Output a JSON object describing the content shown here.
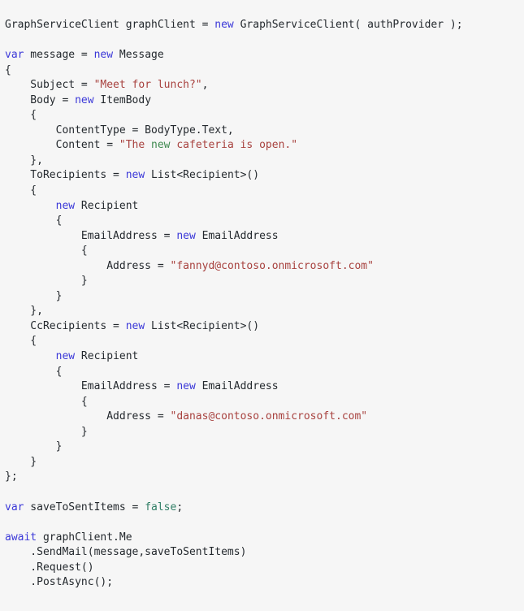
{
  "document": {
    "kind": "code-snippet",
    "language": "csharp",
    "background_color": "#f6f6f6",
    "colors": {
      "plain": "#24292e",
      "keyword": "#3b38d8",
      "literal": "#2e7d64",
      "string": "#a8423f",
      "string_inner_keyword": "#3f8a50"
    },
    "plain_text": "GraphServiceClient graphClient = new GraphServiceClient( authProvider );\n\nvar message = new Message\n{\n    Subject = \"Meet for lunch?\",\n    Body = new ItemBody\n    {\n        ContentType = BodyType.Text,\n        Content = \"The new cafeteria is open.\"\n    },\n    ToRecipients = new List<Recipient>()\n    {\n        new Recipient\n        {\n            EmailAddress = new EmailAddress\n            {\n                Address = \"fannyd@contoso.onmicrosoft.com\"\n            }\n        }\n    },\n    CcRecipients = new List<Recipient>()\n    {\n        new Recipient\n        {\n            EmailAddress = new EmailAddress\n            {\n                Address = \"danas@contoso.onmicrosoft.com\"\n            }\n        }\n    }\n};\n\nvar saveToSentItems = false;\n\nawait graphClient.Me\n    .SendMail(message,saveToSentItems)\n    .Request()\n    .PostAsync();",
    "lines": [
      {
        "tokens": [
          {
            "t": "GraphServiceClient graphClient = ",
            "c": "plain"
          },
          {
            "t": "new",
            "c": "kw"
          },
          {
            "t": " GraphServiceClient( authProvider );",
            "c": "plain"
          }
        ]
      },
      {
        "tokens": []
      },
      {
        "tokens": [
          {
            "t": "var",
            "c": "kw"
          },
          {
            "t": " message = ",
            "c": "plain"
          },
          {
            "t": "new",
            "c": "kw"
          },
          {
            "t": " Message",
            "c": "plain"
          }
        ]
      },
      {
        "tokens": [
          {
            "t": "{",
            "c": "plain"
          }
        ]
      },
      {
        "tokens": [
          {
            "t": "    Subject = ",
            "c": "plain"
          },
          {
            "t": "\"Meet for lunch?\"",
            "c": "str"
          },
          {
            "t": ",",
            "c": "plain"
          }
        ]
      },
      {
        "tokens": [
          {
            "t": "    Body = ",
            "c": "plain"
          },
          {
            "t": "new",
            "c": "kw"
          },
          {
            "t": " ItemBody",
            "c": "plain"
          }
        ]
      },
      {
        "tokens": [
          {
            "t": "    {",
            "c": "plain"
          }
        ]
      },
      {
        "tokens": [
          {
            "t": "        ContentType = BodyType.Text,",
            "c": "plain"
          }
        ]
      },
      {
        "tokens": [
          {
            "t": "        Content = ",
            "c": "plain"
          },
          {
            "t": "\"The ",
            "c": "str"
          },
          {
            "t": "new",
            "c": "strkw"
          },
          {
            "t": " cafeteria is open.\"",
            "c": "str"
          }
        ]
      },
      {
        "tokens": [
          {
            "t": "    },",
            "c": "plain"
          }
        ]
      },
      {
        "tokens": [
          {
            "t": "    ToRecipients = ",
            "c": "plain"
          },
          {
            "t": "new",
            "c": "kw"
          },
          {
            "t": " List<Recipient>()",
            "c": "plain"
          }
        ]
      },
      {
        "tokens": [
          {
            "t": "    {",
            "c": "plain"
          }
        ]
      },
      {
        "tokens": [
          {
            "t": "        ",
            "c": "plain"
          },
          {
            "t": "new",
            "c": "kw"
          },
          {
            "t": " Recipient",
            "c": "plain"
          }
        ]
      },
      {
        "tokens": [
          {
            "t": "        {",
            "c": "plain"
          }
        ]
      },
      {
        "tokens": [
          {
            "t": "            EmailAddress = ",
            "c": "plain"
          },
          {
            "t": "new",
            "c": "kw"
          },
          {
            "t": " EmailAddress",
            "c": "plain"
          }
        ]
      },
      {
        "tokens": [
          {
            "t": "            {",
            "c": "plain"
          }
        ]
      },
      {
        "tokens": [
          {
            "t": "                Address = ",
            "c": "plain"
          },
          {
            "t": "\"fannyd@contoso.onmicrosoft.com\"",
            "c": "str"
          }
        ]
      },
      {
        "tokens": [
          {
            "t": "            }",
            "c": "plain"
          }
        ]
      },
      {
        "tokens": [
          {
            "t": "        }",
            "c": "plain"
          }
        ]
      },
      {
        "tokens": [
          {
            "t": "    },",
            "c": "plain"
          }
        ]
      },
      {
        "tokens": [
          {
            "t": "    CcRecipients = ",
            "c": "plain"
          },
          {
            "t": "new",
            "c": "kw"
          },
          {
            "t": " List<Recipient>()",
            "c": "plain"
          }
        ]
      },
      {
        "tokens": [
          {
            "t": "    {",
            "c": "plain"
          }
        ]
      },
      {
        "tokens": [
          {
            "t": "        ",
            "c": "plain"
          },
          {
            "t": "new",
            "c": "kw"
          },
          {
            "t": " Recipient",
            "c": "plain"
          }
        ]
      },
      {
        "tokens": [
          {
            "t": "        {",
            "c": "plain"
          }
        ]
      },
      {
        "tokens": [
          {
            "t": "            EmailAddress = ",
            "c": "plain"
          },
          {
            "t": "new",
            "c": "kw"
          },
          {
            "t": " EmailAddress",
            "c": "plain"
          }
        ]
      },
      {
        "tokens": [
          {
            "t": "            {",
            "c": "plain"
          }
        ]
      },
      {
        "tokens": [
          {
            "t": "                Address = ",
            "c": "plain"
          },
          {
            "t": "\"danas@contoso.onmicrosoft.com\"",
            "c": "str"
          }
        ]
      },
      {
        "tokens": [
          {
            "t": "            }",
            "c": "plain"
          }
        ]
      },
      {
        "tokens": [
          {
            "t": "        }",
            "c": "plain"
          }
        ]
      },
      {
        "tokens": [
          {
            "t": "    }",
            "c": "plain"
          }
        ]
      },
      {
        "tokens": [
          {
            "t": "};",
            "c": "plain"
          }
        ]
      },
      {
        "tokens": []
      },
      {
        "tokens": [
          {
            "t": "var",
            "c": "kw"
          },
          {
            "t": " saveToSentItems = ",
            "c": "plain"
          },
          {
            "t": "false",
            "c": "lit"
          },
          {
            "t": ";",
            "c": "plain"
          }
        ]
      },
      {
        "tokens": []
      },
      {
        "tokens": [
          {
            "t": "await",
            "c": "kw"
          },
          {
            "t": " graphClient.Me",
            "c": "plain"
          }
        ]
      },
      {
        "tokens": [
          {
            "t": "    .SendMail(message,saveToSentItems)",
            "c": "plain"
          }
        ]
      },
      {
        "tokens": [
          {
            "t": "    .Request()",
            "c": "plain"
          }
        ]
      },
      {
        "tokens": [
          {
            "t": "    .PostAsync();",
            "c": "plain"
          }
        ]
      }
    ]
  }
}
